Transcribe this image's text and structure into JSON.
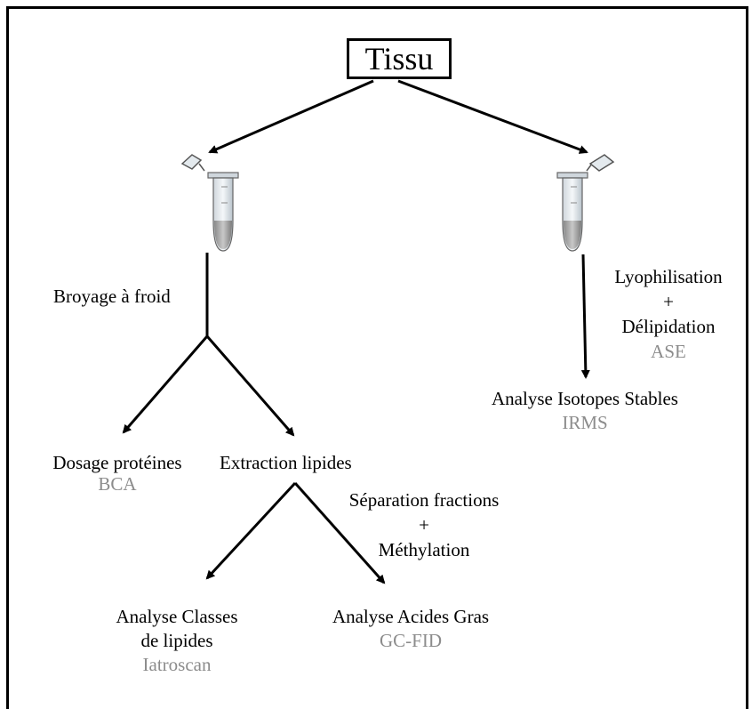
{
  "diagram": {
    "root": "Tissu",
    "left_branch": {
      "step": "Broyage à froid",
      "outputs": {
        "proteins": {
          "label": "Dosage protéines",
          "method": "BCA"
        },
        "lipids": {
          "label": "Extraction lipides"
        }
      },
      "lipid_substep": {
        "line1": "Séparation fractions",
        "plus": "+",
        "line2": "Méthylation"
      },
      "lipid_outputs": {
        "classes": {
          "line1": "Analyse Classes",
          "line2": "de lipides",
          "method": "Iatroscan"
        },
        "fatty_acids": {
          "label": "Analyse Acides Gras",
          "method": "GC-FID"
        }
      }
    },
    "right_branch": {
      "step_line1": "Lyophilisation",
      "plus": "+",
      "step_line2": "Délipidation",
      "method": "ASE",
      "output": {
        "label": "Analyse Isotopes Stables",
        "method": "IRMS"
      }
    }
  },
  "colors": {
    "method_text": "#8c8c8c",
    "line": "#000000",
    "tube_cap": "#cfd8dc",
    "tube_liquid": "#9e9e9e"
  }
}
